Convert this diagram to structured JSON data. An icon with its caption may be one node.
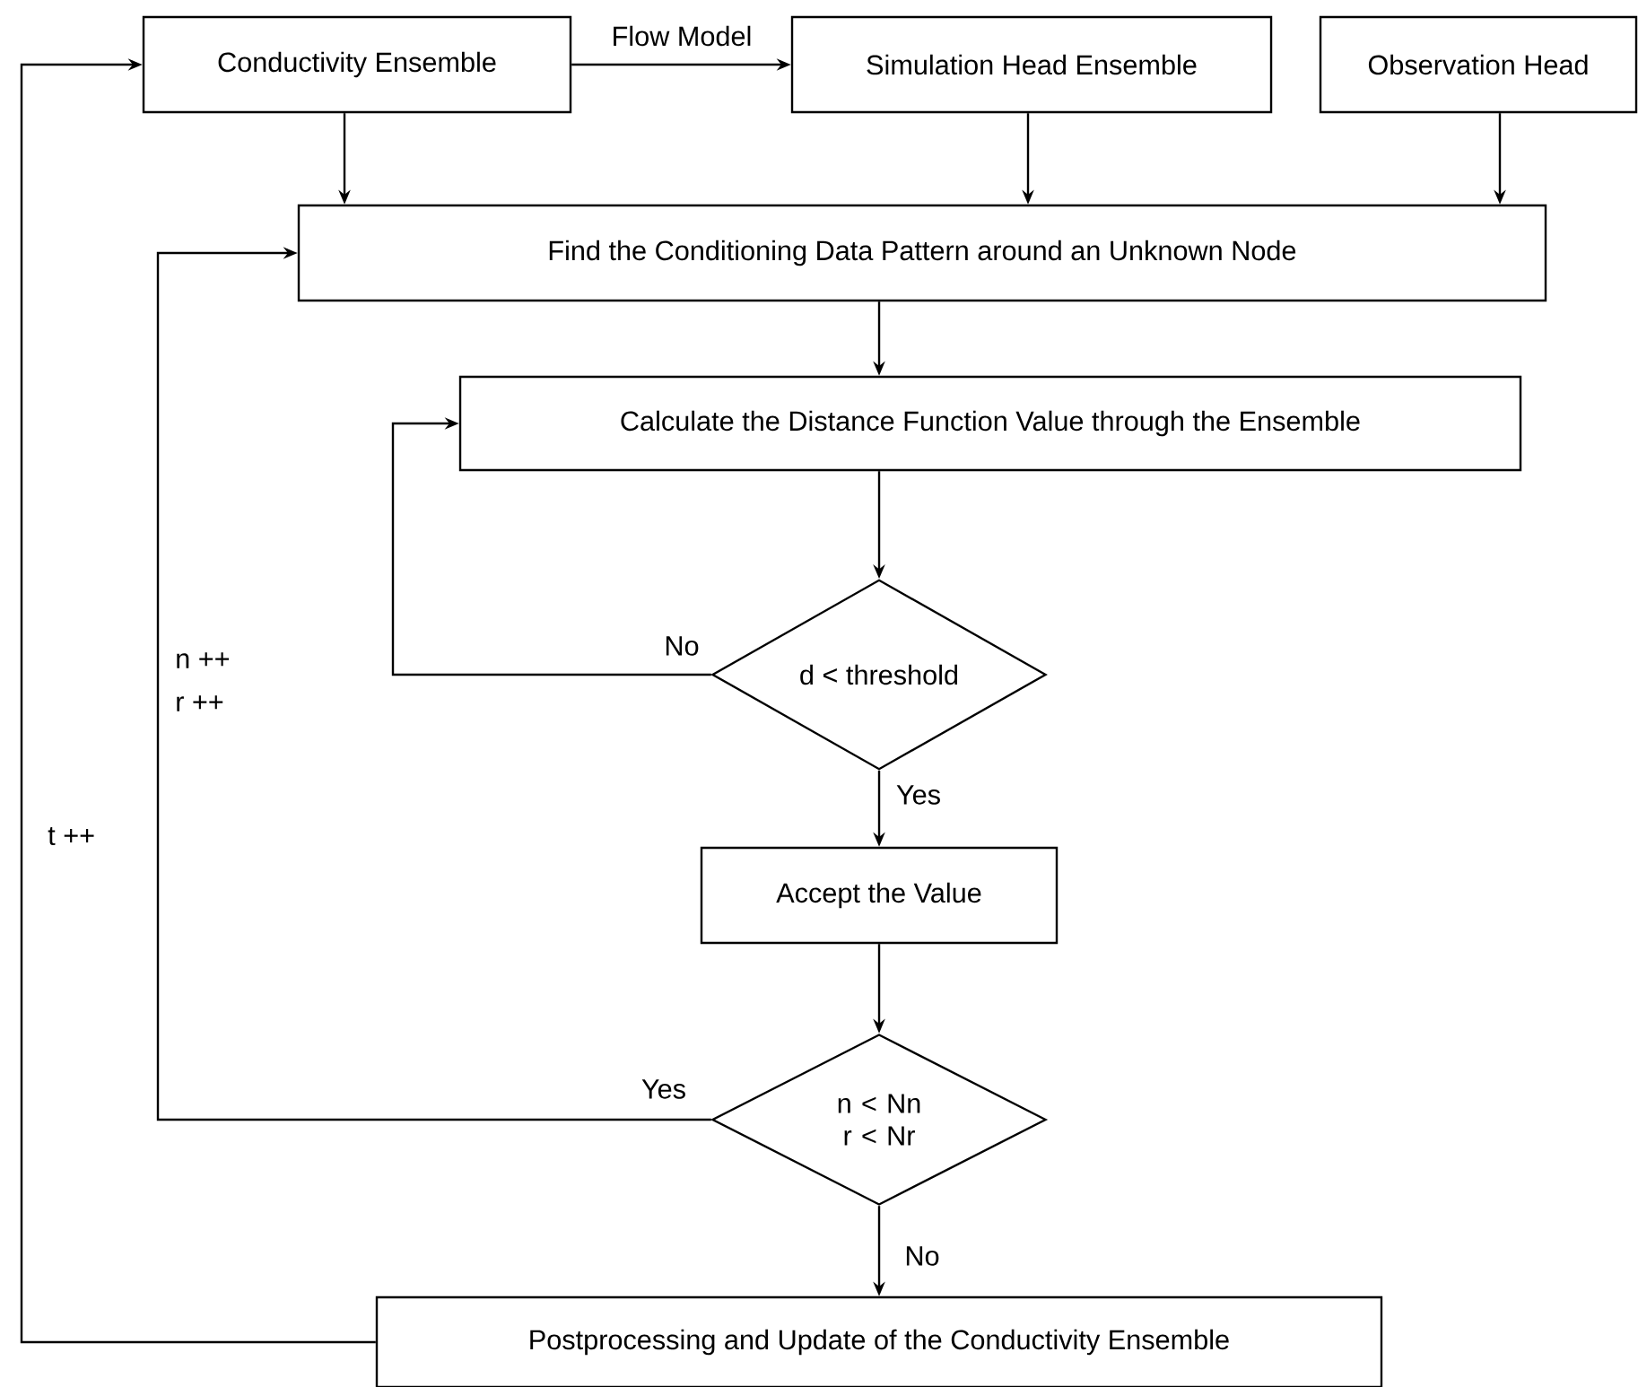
{
  "diagram": {
    "nodes": [
      {
        "text": [
          "Conductivity Ensemble"
        ]
      },
      {
        "text": [
          "Simulation Head Ensemble"
        ]
      },
      {
        "text": [
          "Observation Head"
        ]
      },
      {
        "text": [
          "Find the Conditioning Data Pattern around an Unknown Node"
        ]
      },
      {
        "text": [
          "Calculate the Distance Function Value through the Ensemble"
        ]
      },
      {
        "text": [
          "d < threshold"
        ]
      },
      {
        "text": [
          "Accept the Value"
        ]
      },
      {
        "text": [
          "n < Nn r  < Nr"
        ]
      },
      {
        "text": [
          "Postprocessing  and Update of the Conductivity Ensemble"
        ]
      }
    ],
    "edges": [
      {
        "from": 0,
        "to": 1,
        "arrow": "to",
        "label": "Flow Model"
      },
      {
        "from": 0,
        "to": 3,
        "arrow": "to"
      },
      {
        "from": 1,
        "to": 3,
        "arrow": "to"
      },
      {
        "from": 2,
        "to": 3,
        "arrow": "to"
      },
      {
        "from": 3,
        "to": 4,
        "arrow": "to"
      },
      {
        "from": 4,
        "to": 5,
        "arrow": "to"
      },
      {
        "from": 5,
        "to": 4,
        "arrow": "to",
        "label": "No"
      },
      {
        "from": 5,
        "to": 6,
        "arrow": "to",
        "label": "Yes"
      },
      {
        "from": 6,
        "to": 7,
        "arrow": "to"
      },
      {
        "from": 7,
        "to": 3,
        "arrow": "to",
        "label": "Yes"
      },
      {
        "from": 7,
        "to": 8,
        "arrow": "to",
        "label": "No"
      },
      {
        "from": 8,
        "to": 0,
        "arrow": "to"
      }
    ],
    "labels": [
      "n ++",
      "r ++",
      "t ++"
    ]
  }
}
